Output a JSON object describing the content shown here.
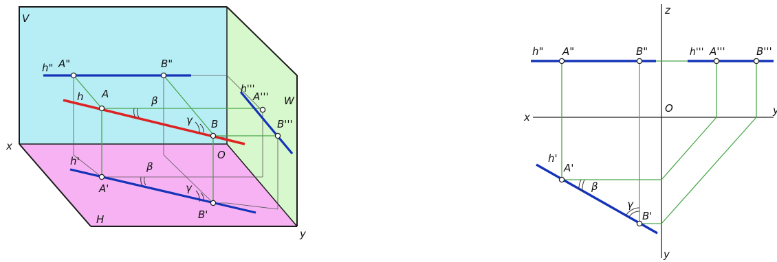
{
  "colors": {
    "v_plane": "#b7eef6",
    "h_plane": "#f7b2f3",
    "w_plane": "#d7f7cc",
    "frame": "#1a1a1a",
    "projector": "#4aa64a",
    "blue_line": "#1433b8",
    "red_line": "#dd2222",
    "axis": "#222222"
  },
  "left": {
    "planes": {
      "v": "V",
      "h": "H",
      "w": "W"
    },
    "axes": {
      "x": "x",
      "y": "y",
      "origin": "O"
    },
    "points": {
      "h_front": "h\"",
      "a_front": "A\"",
      "b_front": "B\"",
      "h_space": "h",
      "a_space": "A",
      "b_space": "B",
      "h_side": "h'''",
      "a_side": "A'''",
      "b_side": "B'''",
      "h_top": "h'",
      "a_top": "A'",
      "b_top": "B'"
    },
    "angles": {
      "beta_upper": "β",
      "gamma_upper": "γ",
      "beta_lower": "β",
      "gamma_lower": "γ"
    }
  },
  "right": {
    "axes": {
      "z": "z",
      "x": "x",
      "y": "y",
      "origin": "O",
      "y_right": "y"
    },
    "points": {
      "h_front": "h\"",
      "a_front": "A\"",
      "b_front": "B\"",
      "h_side": "h'''",
      "a_side": "A'''",
      "b_side": "B'''",
      "h_top": "h'",
      "a_top": "A'",
      "b_top": "B'"
    },
    "angles": {
      "beta": "β",
      "gamma": "γ"
    }
  }
}
